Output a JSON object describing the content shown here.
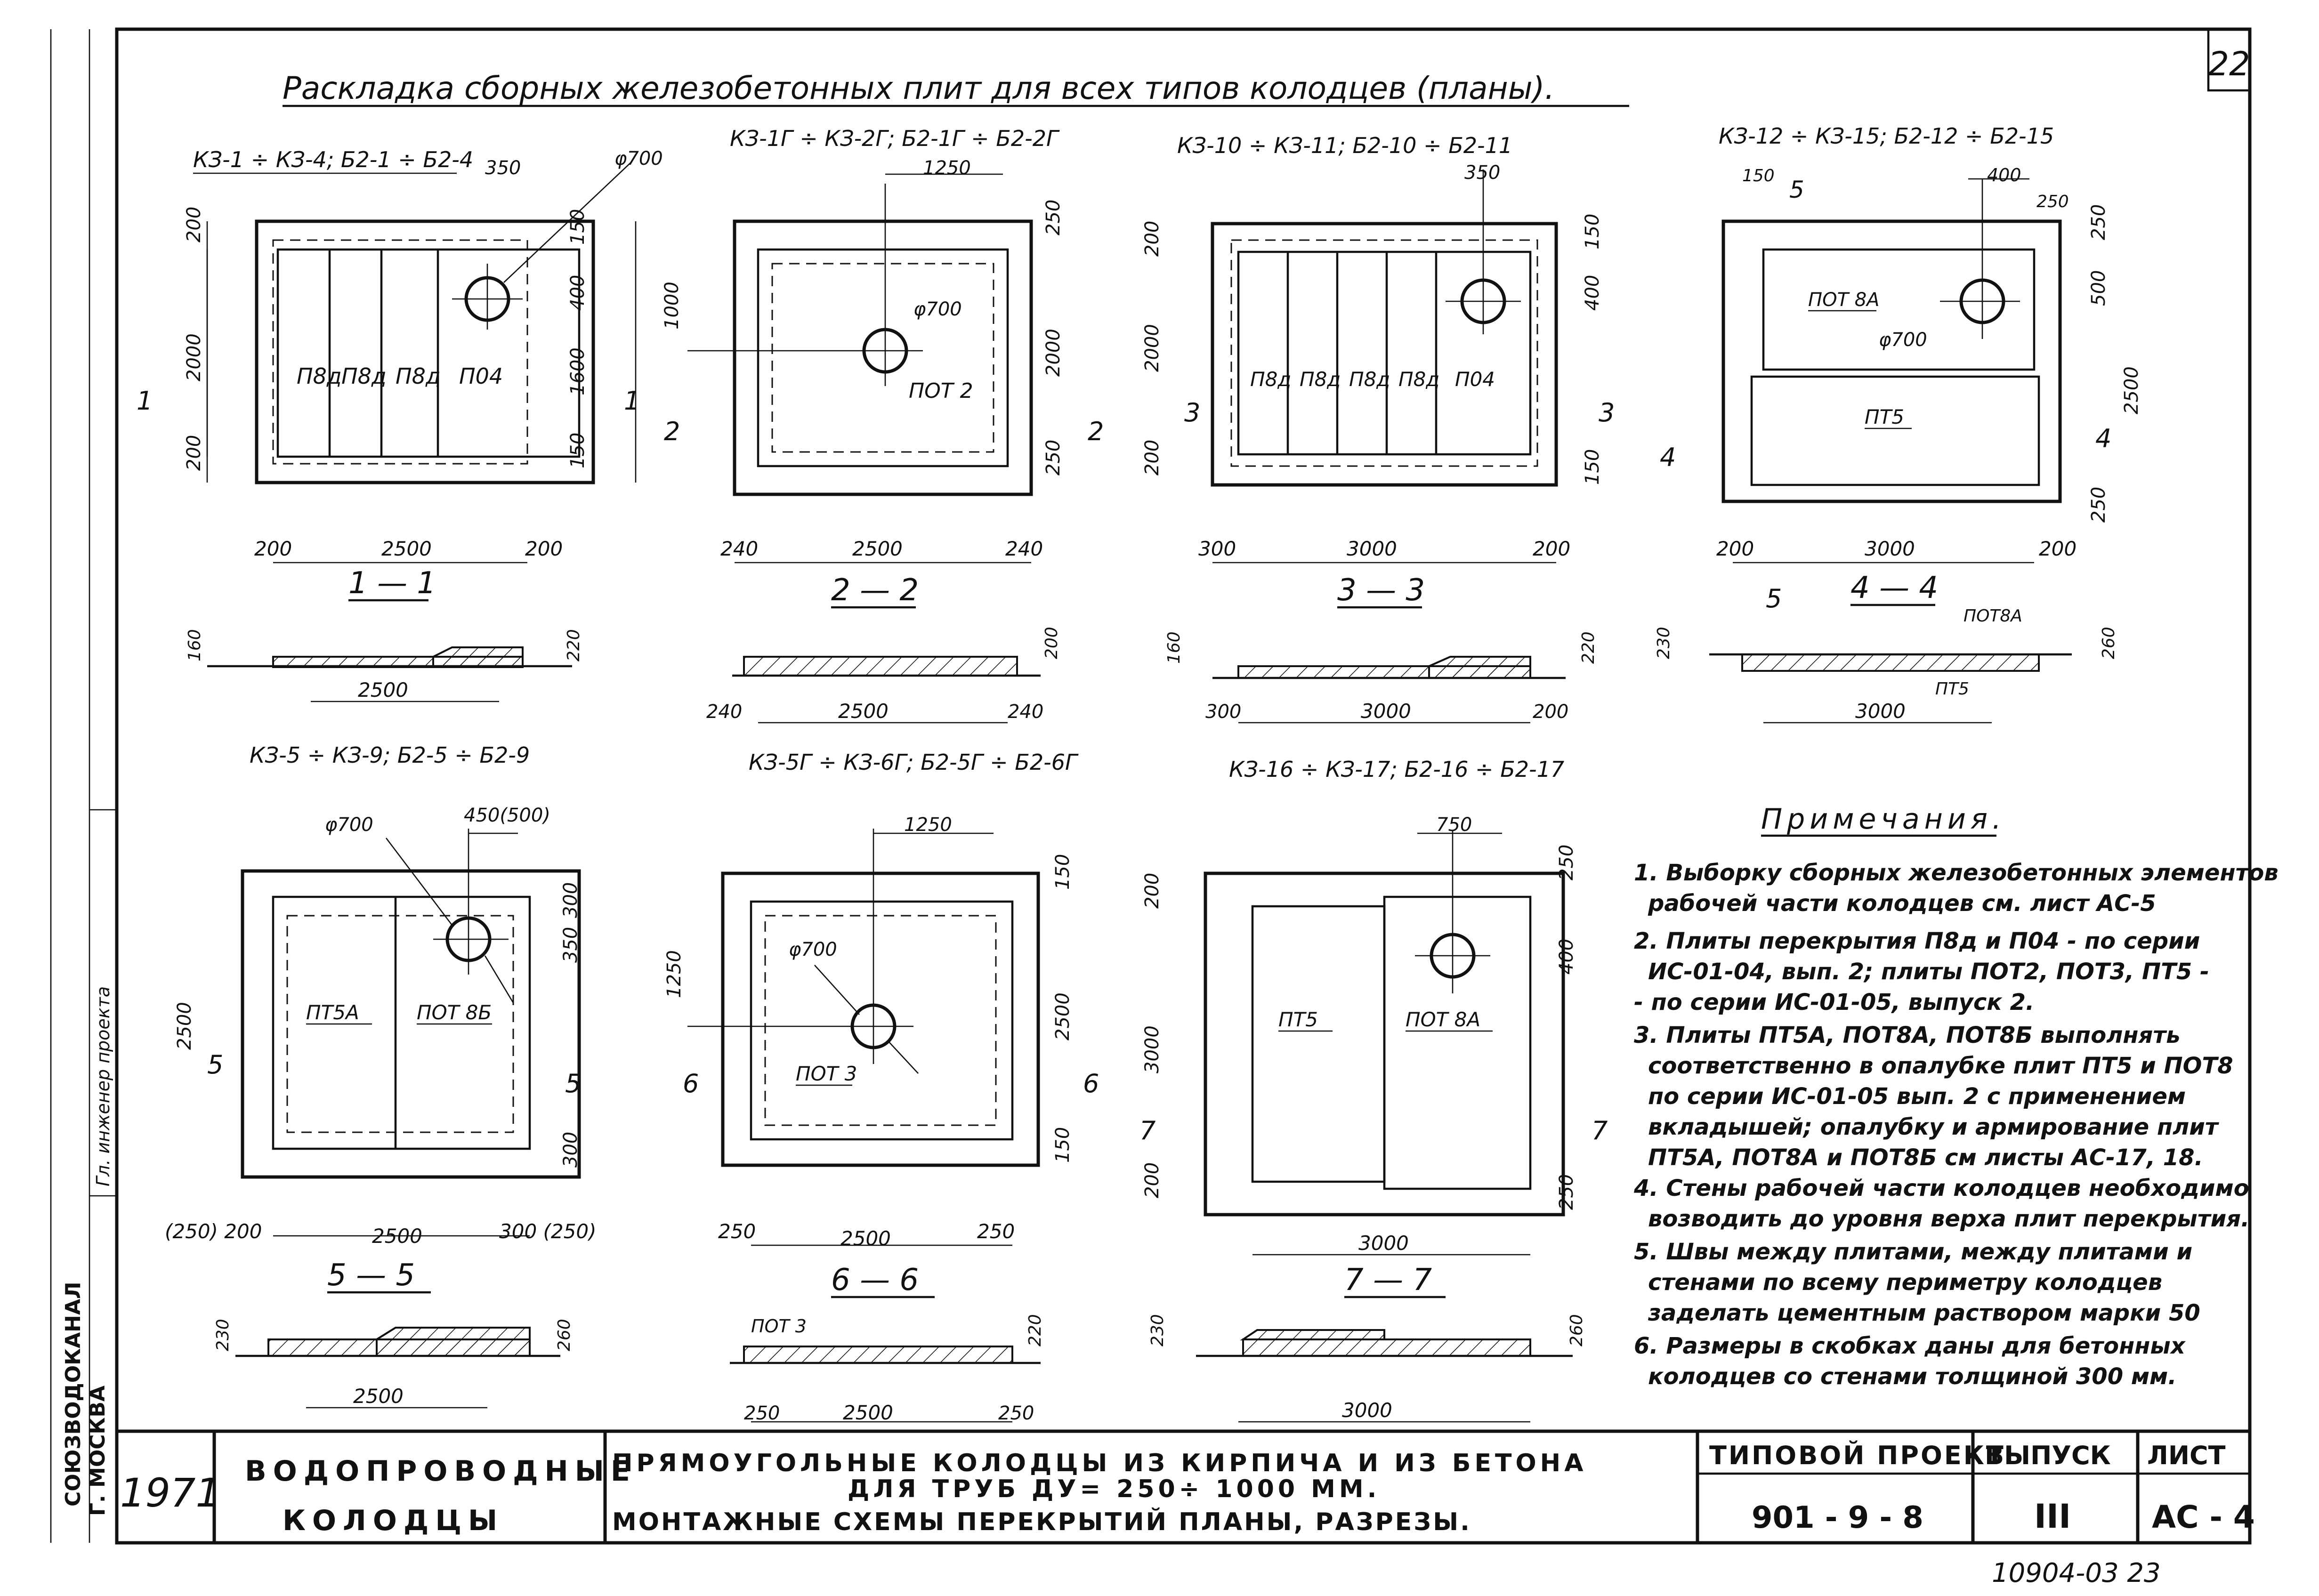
{
  "sheet_number": "22",
  "main_title": "Раскладка сборных железобетонных плит для всех типов колодцев (планы).",
  "margin": {
    "organization": "СОЮЗВОДОКАНАЛ",
    "city": "Г. МОСКВА",
    "staff": "Гл. инженер проекта"
  },
  "plans": {
    "p1": {
      "title": "КЗ-1 ÷ КЗ-4; Б2-1 ÷ Б2-4",
      "diam": "φ700",
      "d350": "350",
      "slabs": [
        "П8д",
        "П8д",
        "П8д",
        "П04"
      ],
      "left": [
        "200",
        "2000",
        "200"
      ],
      "right": [
        "150",
        "400",
        "1600",
        "150"
      ],
      "bottom": [
        "200",
        "2500",
        "200"
      ],
      "section": "1 — 1",
      "cut": "1",
      "section_dim": "2500",
      "section_t": [
        "160",
        "220"
      ]
    },
    "p2": {
      "title": "КЗ-1Г ÷ КЗ-2Г; Б2-1Г ÷ Б2-2Г",
      "d1250": "1250",
      "diam": "φ700",
      "slab": "ПОТ 2",
      "left": "1000",
      "right": [
        "250",
        "2000",
        "250"
      ],
      "bottom": [
        "240",
        "2500",
        "240"
      ],
      "section": "2 — 2",
      "cut": "2",
      "section_dims": [
        "240",
        "2500",
        "240"
      ],
      "section_t": "200"
    },
    "p3": {
      "title": "КЗ-10 ÷ КЗ-11; Б2-10 ÷ Б2-11",
      "d350": "350",
      "slabs": [
        "П8д",
        "П8д",
        "П8д",
        "П8д",
        "П04"
      ],
      "left": [
        "200",
        "2000",
        "200"
      ],
      "right": [
        "150",
        "400",
        "150"
      ],
      "bottom": [
        "300",
        "3000",
        "200"
      ],
      "section": "3 — 3",
      "cut": "3",
      "section_dims": [
        "300",
        "3000",
        "200"
      ],
      "section_t": [
        "160",
        "220"
      ]
    },
    "p4": {
      "title": "КЗ-12 ÷ КЗ-15; Б2-12 ÷ Б2-15",
      "d400": "400",
      "d250": "250",
      "d150": "150",
      "cut5": "5",
      "slab_a": "ПОТ 8А",
      "diam": "φ700",
      "slab_b": "ПТ5",
      "right": [
        "250",
        "500",
        "2500",
        "250"
      ],
      "bottom": [
        "200",
        "3000",
        "200"
      ],
      "section": "4 — 4",
      "cut": "4",
      "section_dim": "3000",
      "section_slab_a": "ПОТ8А",
      "section_slab_b": "ПТ5",
      "section_t": [
        "230",
        "260"
      ]
    },
    "p5": {
      "title": "КЗ-5 ÷ КЗ-9; Б2-5 ÷ Б2-9",
      "diam": "φ700",
      "d_top": "450(500)",
      "slab_a": "ПТ5А",
      "slab_b": "ПОТ 8Б",
      "right": [
        "300",
        "350",
        "300"
      ],
      "left": "2500",
      "bottom": [
        "(250) 200",
        "2500",
        "300 (250)"
      ],
      "section": "5 — 5",
      "cut": "5",
      "section_dim": "2500",
      "section_t": [
        "230",
        "260"
      ]
    },
    "p6": {
      "title": "КЗ-5Г ÷ КЗ-6Г; Б2-5Г ÷ Б2-6Г",
      "d1250": "1250",
      "diam": "φ700",
      "slab": "ПОТ 3",
      "left": "1250",
      "right": [
        "150",
        "2500",
        "150"
      ],
      "bottom": [
        "250",
        "2500",
        "250"
      ],
      "section": "6 — 6",
      "cut": "6",
      "section_dims": [
        "250",
        "2500",
        "250"
      ],
      "section_slab": "ПОТ 3",
      "section_t": "220"
    },
    "p7": {
      "title": "КЗ-16 ÷ КЗ-17; Б2-16 ÷ Б2-17",
      "d750": "750",
      "slab_a": "ПТ5",
      "slab_b": "ПОТ 8А",
      "left": [
        "200",
        "3000",
        "200"
      ],
      "right": [
        "250",
        "400",
        "250"
      ],
      "bottom": "3000",
      "section": "7 — 7",
      "cut": "7",
      "section_dim": "3000",
      "section_t": [
        "230",
        "260"
      ]
    }
  },
  "notes": {
    "title": "Примечания.",
    "lines": [
      "1. Выборку сборных железобетонных элементов",
      "рабочей части колодцев см. лист АС-5",
      "2. Плиты перекрытия П8д и П04 - по серии",
      "ИС-01-04, вып. 2; плиты ПОТ2, ПОТ3, ПТ5 -",
      "- по серии ИС-01-05, выпуск 2.",
      "3. Плиты ПТ5А, ПОТ8А, ПОТ8Б выполнять",
      "соответственно в опалубке плит ПТ5 и ПОТ8",
      "по серии ИС-01-05 вып. 2 с применением",
      "вкладышей; опалубку и армирование плит",
      "ПТ5А, ПОТ8А и ПОТ8Б см листы АС-17, 18.",
      "4. Стены рабочей части колодцев необходимо",
      "возводить до уровня верха плит перекрытия.",
      "5. Швы между плитами, между плитами и",
      "стенами по всему периметру колодцев",
      "заделать цементным раствором марки 50",
      "6. Размеры в скобках даны для бетонных",
      "колодцев со стенами толщиной 300 мм."
    ]
  },
  "title_block": {
    "year": "1971",
    "object": [
      "ВОДОПРОВОДНЫЕ",
      "КОЛОДЦЫ"
    ],
    "title": [
      "ПРЯМОУГОЛЬНЫЕ КОЛОДЦЫ ИЗ КИРПИЧА И ИЗ БЕТОНА",
      "ДЛЯ ТРУБ ДУ= 250÷ 1000 ММ.",
      "МОНТАЖНЫЕ СХЕМЫ ПЕРЕКРЫТИЙ ПЛАНЫ, РАЗРЕЗЫ."
    ],
    "project_header": "ТИПОВОЙ ПРОЕКТ",
    "project_value": "901 - 9 - 8",
    "issue_header": "ВЫПУСК",
    "issue_value": "III",
    "sheet_header": "ЛИСТ",
    "sheet_value": "АС - 4"
  },
  "archive_number": "10904-03  23"
}
